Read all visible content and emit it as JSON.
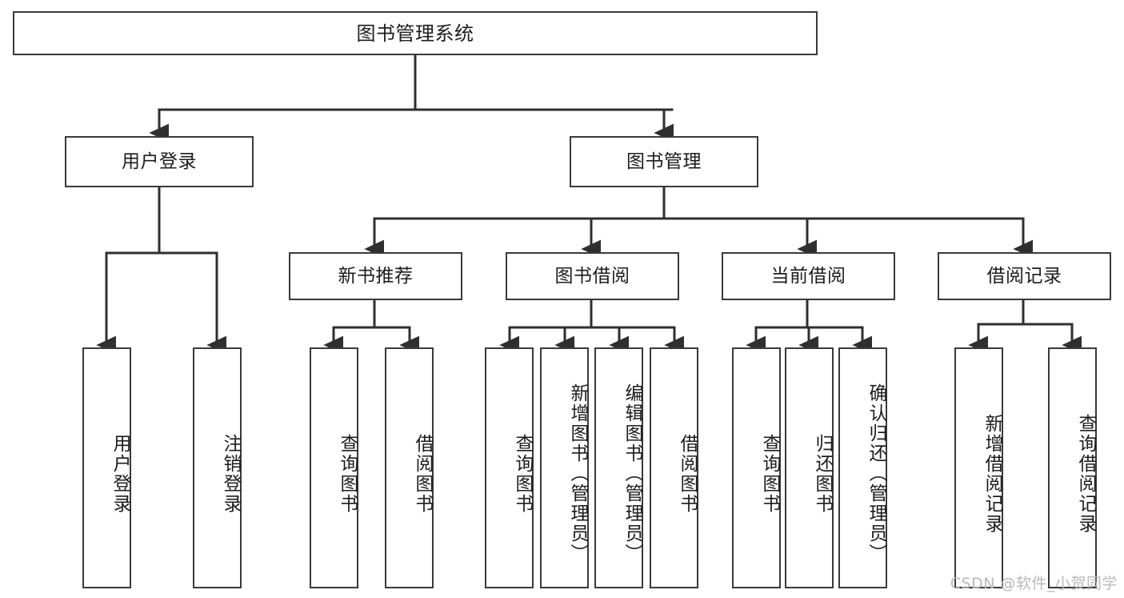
{
  "diagram": {
    "title": "图书管理系统",
    "watermark": "CSDN @软件_小贺同学",
    "line_color": "#3a3a3a",
    "text_color": "#1c1c1c",
    "background": "#ffffff",
    "root": {
      "label": "图书管理系统"
    },
    "level1": [
      {
        "label": "用户登录"
      },
      {
        "label": "图书管理"
      }
    ],
    "level2": [
      {
        "label": "新书推荐"
      },
      {
        "label": "图书借阅"
      },
      {
        "label": "当前借阅"
      },
      {
        "label": "借阅记录"
      }
    ],
    "leaves": {
      "user_login": [
        {
          "label": "用户登录"
        },
        {
          "label": "注销登录"
        }
      ],
      "new_book_recommend": [
        {
          "label": "查询图书"
        },
        {
          "label": "借阅图书"
        }
      ],
      "book_borrow": [
        {
          "label": "查询图书"
        },
        {
          "label": "新增图书（管理员）"
        },
        {
          "label": "编辑图书（管理员）"
        },
        {
          "label": "借阅图书"
        }
      ],
      "current_borrow": [
        {
          "label": "查询图书"
        },
        {
          "label": "归还图书"
        },
        {
          "label": "确认归还（管理员）"
        }
      ],
      "borrow_record": [
        {
          "label": "新增借阅记录"
        },
        {
          "label": "查询借阅记录"
        }
      ]
    }
  }
}
